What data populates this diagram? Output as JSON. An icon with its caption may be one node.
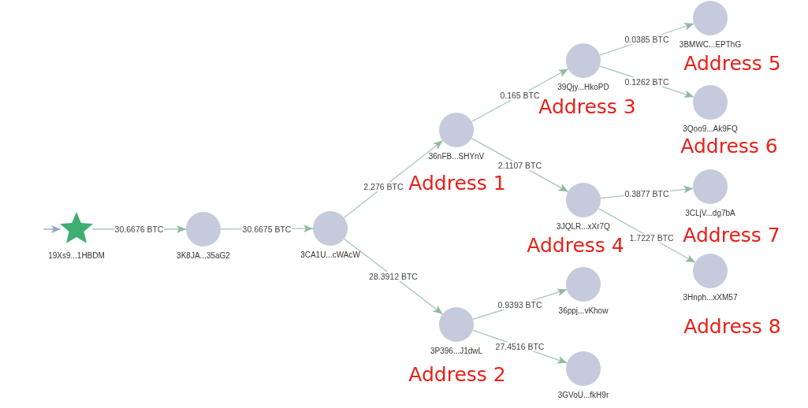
{
  "diagram": {
    "nodes": [
      {
        "text": [
          "19Xs9...1HBDM"
        ]
      },
      {
        "text": [
          "3K8JA...35aG2"
        ]
      },
      {
        "text": [
          "3CA1U...cWAcW"
        ]
      },
      {
        "text": [
          "36nFB...SHYnV"
        ],
        "beside": [
          "Address 1"
        ]
      },
      {
        "text": [
          "3P396...J1dwL"
        ],
        "beside": [
          "Address 2"
        ]
      },
      {
        "text": [
          "39Qjy...HkoPD"
        ],
        "beside": [
          "Address 3"
        ]
      },
      {
        "text": [
          "3JQLR...xXr7Q"
        ],
        "beside": [
          "Address 4"
        ]
      },
      {
        "text": [
          "36ppj...vKhow"
        ]
      },
      {
        "text": [
          "3GVoU...fkH9r"
        ]
      },
      {
        "text": [
          "3BMWC...EPThG"
        ],
        "beside": [
          "Address 5"
        ]
      },
      {
        "text": [
          "3Qoo9...Ak9FQ"
        ],
        "beside": [
          "Address 6"
        ]
      },
      {
        "text": [
          "3CLjV...dg7bA"
        ],
        "beside": [
          "Address 7"
        ]
      },
      {
        "text": [
          "3Hnph...xXM57"
        ],
        "beside": [
          "Address 8"
        ]
      }
    ],
    "edges": [
      {
        "from": null,
        "to": 0,
        "arrow": "to",
        "color": "#8fa8cc"
      },
      {
        "from": 0,
        "to": 1,
        "arrow": "to",
        "label": "30.6676 BTC"
      },
      {
        "from": 1,
        "to": 2,
        "arrow": "to",
        "label": "30.6675 BTC"
      },
      {
        "from": 2,
        "to": 3,
        "arrow": "to",
        "label": "2.276 BTC"
      },
      {
        "from": 2,
        "to": 4,
        "arrow": "to",
        "label": "28.3912 BTC"
      },
      {
        "from": 3,
        "to": 5,
        "arrow": "to",
        "label": "0.165 BTC"
      },
      {
        "from": 3,
        "to": 6,
        "arrow": "to",
        "label": "2.1107 BTC"
      },
      {
        "from": 4,
        "to": 7,
        "arrow": "to",
        "label": "0.9393 BTC"
      },
      {
        "from": 4,
        "to": 8,
        "arrow": "to",
        "label": "27.4516 BTC"
      },
      {
        "from": 5,
        "to": 9,
        "arrow": "to",
        "label": "0.0385 BTC"
      },
      {
        "from": 5,
        "to": 10,
        "arrow": "to",
        "label": "0.1262 BTC"
      },
      {
        "from": 6,
        "to": 11,
        "arrow": "to",
        "label": "0.3877 BTC"
      },
      {
        "from": 6,
        "to": 12,
        "arrow": "to",
        "label": "1.7227 BTC"
      }
    ]
  }
}
